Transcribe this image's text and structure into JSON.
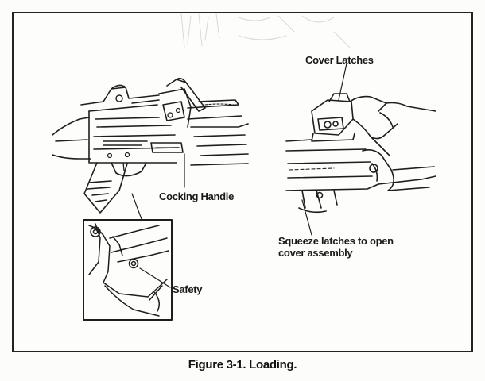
{
  "figure": {
    "labels": {
      "cover_latches": "Cover Latches",
      "cocking_handle": "Cocking Handle",
      "safety": "Safety",
      "squeeze_line1": "Squeeze latches to open",
      "squeeze_line2": "cover assembly"
    },
    "caption": "Figure 3-1. Loading."
  }
}
